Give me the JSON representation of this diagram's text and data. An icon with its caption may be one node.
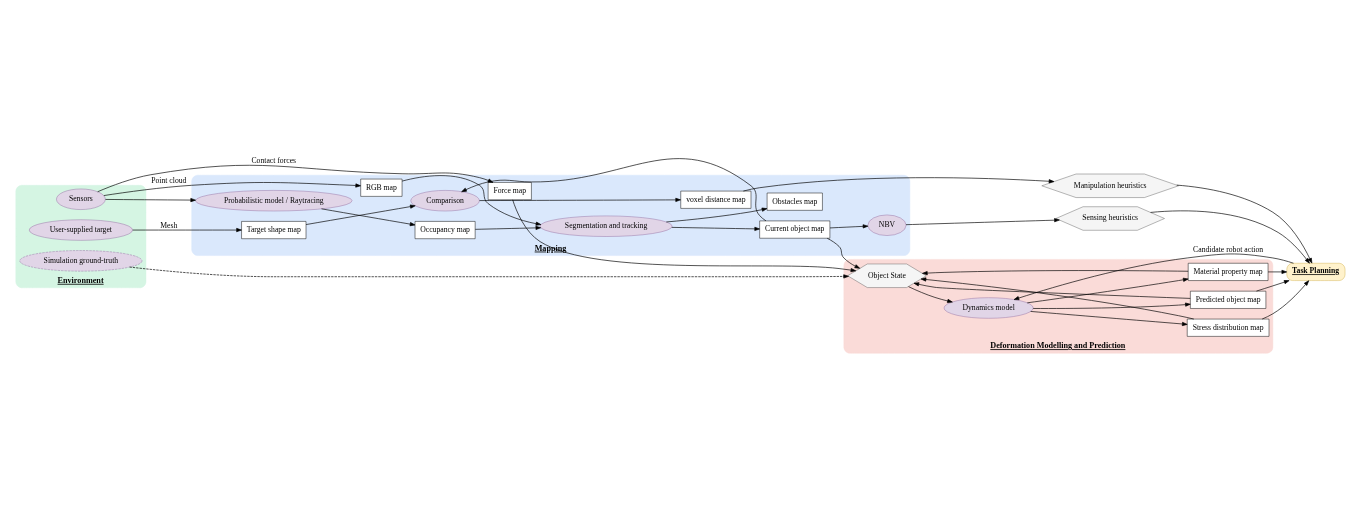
{
  "diagram": {
    "nodes": [
      {
        "text": [
          "Environment"
        ]
      },
      {
        "text": [
          "Simulation ground-truth"
        ],
        "in": 0
      },
      {
        "text": [
          "User-supplied target"
        ],
        "in": 0
      },
      {
        "text": [
          "Sensors"
        ],
        "in": 0
      },
      {
        "text": [
          "Mapping"
        ]
      },
      {
        "text": [
          "Target shape map"
        ],
        "in": 4
      },
      {
        "text": [
          "Comparison"
        ],
        "in": 4
      },
      {
        "text": [
          "voxel distance map"
        ],
        "in": 4
      },
      {
        "text": [
          "Probabilistic model / Raytracing"
        ],
        "in": 4
      },
      {
        "text": [
          "Occupancy map"
        ],
        "in": 4
      },
      {
        "text": [
          "NBV"
        ],
        "in": 4
      },
      {
        "text": [
          "RGB map"
        ],
        "in": 4
      },
      {
        "text": [
          "Segmentation and tracking"
        ],
        "in": 4
      },
      {
        "text": [
          "Current object map"
        ],
        "in": 4
      },
      {
        "text": [
          "Obstacles map"
        ],
        "in": 4
      },
      {
        "text": [
          "Force map"
        ],
        "in": 4
      },
      {
        "text": [
          "Manipulation heuristics"
        ]
      },
      {
        "text": [
          "Sensing heuristics"
        ]
      },
      {
        "text": [
          "Task Planning"
        ]
      },
      {
        "text": [
          "Deformation Modelling and Prediction"
        ]
      },
      {
        "text": [
          "Object State"
        ],
        "in": 19
      },
      {
        "text": [
          "Predicted object map"
        ],
        "in": 19
      },
      {
        "text": [
          "Stress distribution map"
        ],
        "in": 19
      },
      {
        "text": [
          "Material property map"
        ],
        "in": 19
      },
      {
        "text": [
          "Dynamics model"
        ],
        "in": 19
      }
    ],
    "edges": [
      {
        "from": 1,
        "to": 20,
        "arrow": "to",
        "style": "dashed"
      },
      {
        "from": 2,
        "to": 5,
        "arrow": "to",
        "label": "Mesh"
      },
      {
        "from": 3,
        "to": 8,
        "arrow": "to"
      },
      {
        "from": 3,
        "to": 11,
        "arrow": "to",
        "label": "Point cloud"
      },
      {
        "from": 3,
        "to": 15,
        "arrow": "to",
        "label": "Contact forces"
      },
      {
        "from": 5,
        "to": 6,
        "arrow": "to"
      },
      {
        "from": 6,
        "to": 7,
        "arrow": "to"
      },
      {
        "from": 8,
        "to": 9,
        "arrow": "to"
      },
      {
        "from": 9,
        "to": 12,
        "arrow": "to"
      },
      {
        "from": 11,
        "to": 12,
        "arrow": "to"
      },
      {
        "from": 12,
        "to": 13,
        "arrow": "to"
      },
      {
        "from": 12,
        "to": 14,
        "arrow": "to"
      },
      {
        "from": 13,
        "to": 6,
        "arrow": "to"
      },
      {
        "from": 13,
        "to": 10,
        "arrow": "to"
      },
      {
        "from": 13,
        "to": 20,
        "arrow": "to"
      },
      {
        "from": 15,
        "to": 20,
        "arrow": "to"
      },
      {
        "from": 7,
        "to": 16,
        "arrow": "to"
      },
      {
        "from": 10,
        "to": 17,
        "arrow": "to"
      },
      {
        "from": 16,
        "to": 18,
        "arrow": "to"
      },
      {
        "from": 17,
        "to": 18,
        "arrow": "to"
      },
      {
        "from": 20,
        "to": 24,
        "arrow": "to"
      },
      {
        "from": 24,
        "to": 21,
        "arrow": "to"
      },
      {
        "from": 24,
        "to": 22,
        "arrow": "to"
      },
      {
        "from": 24,
        "to": 23,
        "arrow": "to"
      },
      {
        "from": 21,
        "to": 20,
        "arrow": "to"
      },
      {
        "from": 22,
        "to": 20,
        "arrow": "to"
      },
      {
        "from": 23,
        "to": 20,
        "arrow": "to"
      },
      {
        "from": 21,
        "to": 18,
        "arrow": "to"
      },
      {
        "from": 22,
        "to": 18,
        "arrow": "to"
      },
      {
        "from": 23,
        "to": 18,
        "arrow": "to"
      },
      {
        "from": 18,
        "to": 24,
        "arrow": "to",
        "label": "Candidate robot action"
      }
    ]
  }
}
